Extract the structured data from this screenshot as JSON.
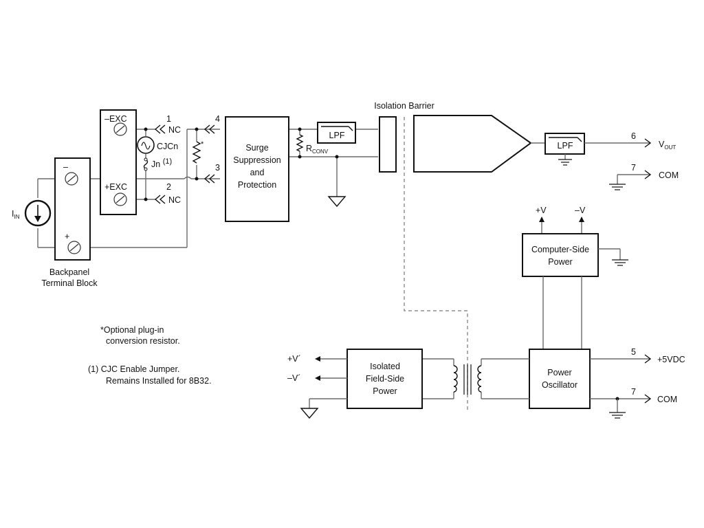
{
  "terminals": {
    "minus_exc": "–EXC",
    "plus_exc": "+EXC",
    "pin1": "1",
    "pin2": "2",
    "pin3": "3",
    "pin4": "4",
    "pin5": "5",
    "pin6": "6",
    "pin7a": "7",
    "pin7b": "7",
    "nc1": "NC",
    "nc2": "NC",
    "cjc": "CJCn",
    "jn": "Jn",
    "jn_sup": "(1)",
    "block_minus": "–",
    "block_plus": "+",
    "star": "*"
  },
  "source": {
    "main": "I",
    "sub": "IN"
  },
  "backpanel": {
    "line1": "Backpanel",
    "line2": "Terminal Block"
  },
  "surge": {
    "line1": "Surge",
    "line2": "Suppression",
    "line3": "and",
    "line4": "Protection"
  },
  "rconv": {
    "main": "R",
    "sub": "CONV"
  },
  "lpf1": "LPF",
  "lpf2": "LPF",
  "isolation_barrier": "Isolation Barrier",
  "outputs": {
    "vout_main": "V",
    "vout_sub": "OUT",
    "com1": "COM",
    "plus5": "+5VDC",
    "com2": "COM"
  },
  "computer_power": {
    "plus_v": "+V",
    "minus_v": "–V",
    "line1": "Computer-Side",
    "line2": "Power"
  },
  "field_power": {
    "line1": "Isolated",
    "line2": "Field-Side",
    "line3": "Power",
    "plus_vp": "+V´",
    "minus_vp": "–V´"
  },
  "oscillator": {
    "line1": "Power",
    "line2": "Oscillator"
  },
  "notes": {
    "n1_line1": "*Optional plug-in",
    "n1_line2": "conversion resistor.",
    "n2_line1": "(1) CJC Enable Jumper.",
    "n2_line2": "Remains Installed for 8B32."
  }
}
